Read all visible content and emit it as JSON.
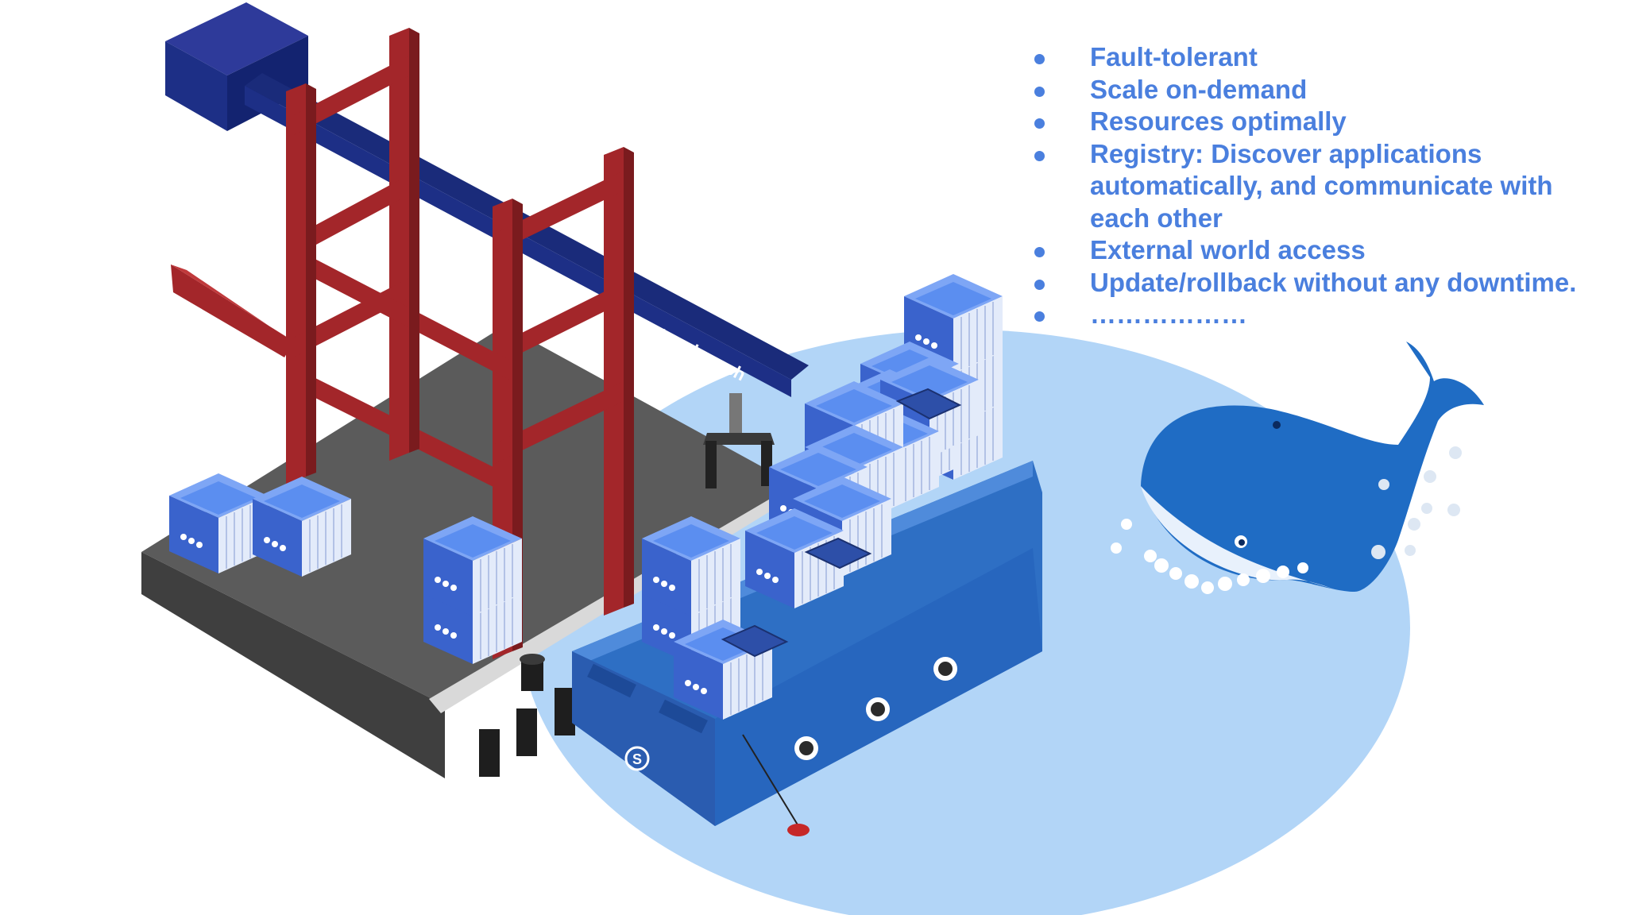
{
  "illustration": {
    "crane_brand": "stonebranch",
    "ship_logo": "S",
    "colors": {
      "water": "#b2d5f7",
      "ship_hull": "#2e6fc4",
      "crane_frame": "#a3262a",
      "crane_beam": "#1d2f86",
      "dock": "#5b5b5b",
      "container": "#5b8ef0",
      "whale": "#1f6cc4",
      "bullet_text": "#4a7fde"
    }
  },
  "bullets": [
    "Fault-tolerant",
    "Scale on-demand",
    "Resources optimally",
    "Registry: Discover applications automatically, and communicate with each other",
    "External world access",
    "Update/rollback without any downtime.",
    "………………"
  ]
}
